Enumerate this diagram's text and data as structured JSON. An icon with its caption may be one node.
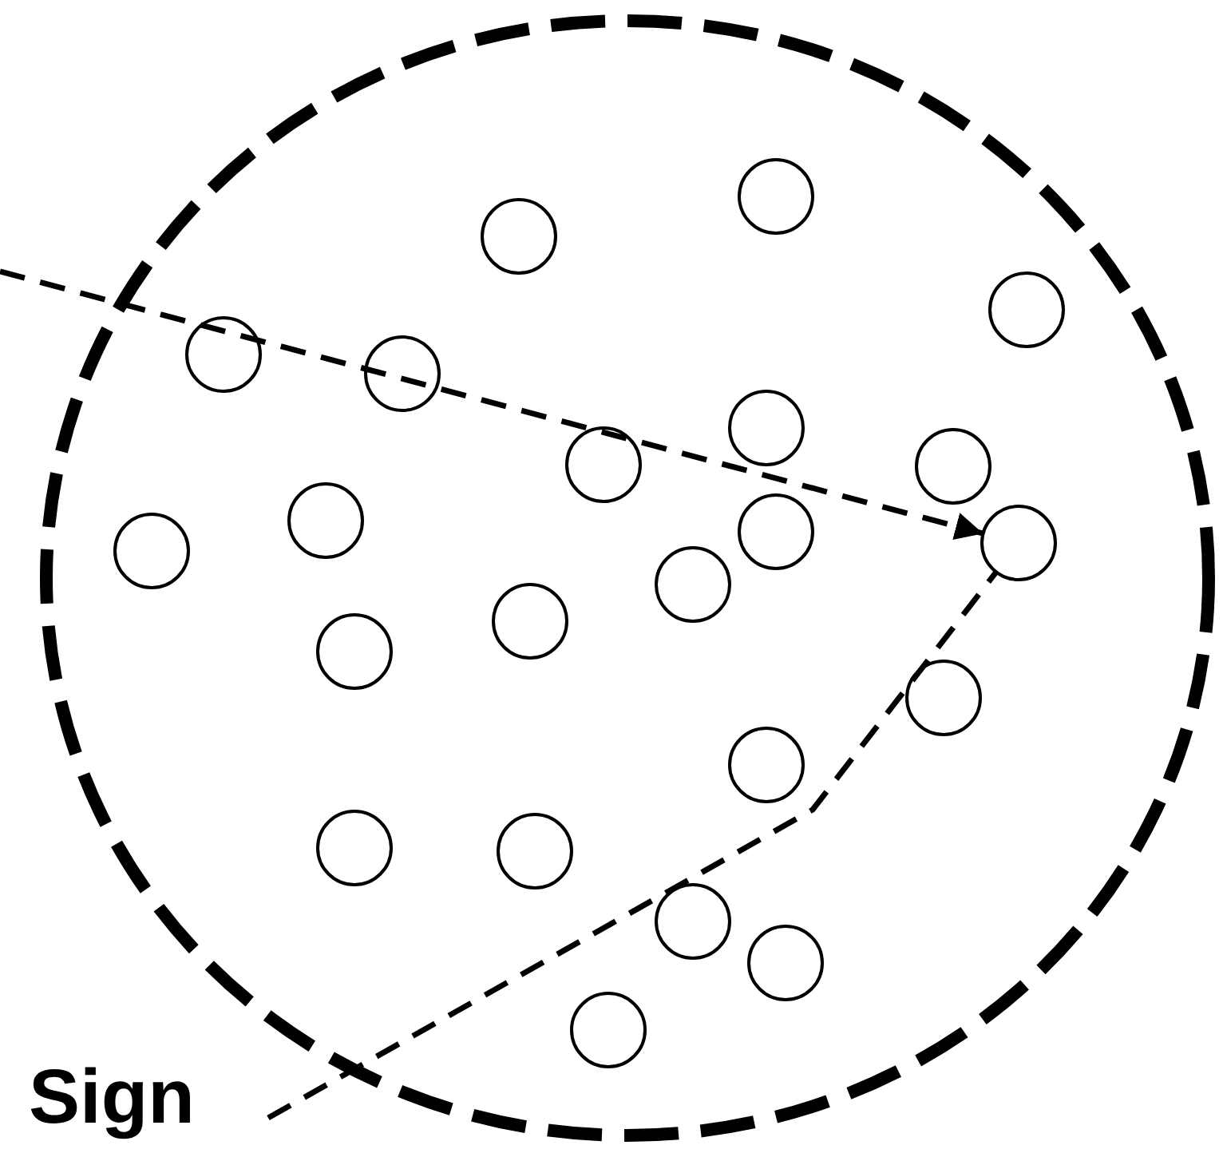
{
  "diagram": {
    "nodes": [
      {
        "text": [],
        "shape": "circle"
      },
      {
        "text": [],
        "shape": "circle",
        "in": 0
      },
      {
        "text": [],
        "shape": "circle",
        "in": 0
      },
      {
        "text": [],
        "shape": "circle",
        "in": 0
      },
      {
        "text": [],
        "shape": "circle",
        "in": 0
      },
      {
        "text": [],
        "shape": "circle",
        "in": 0
      },
      {
        "text": [],
        "shape": "circle",
        "in": 0
      },
      {
        "text": [],
        "shape": "circle",
        "in": 0
      },
      {
        "text": [],
        "shape": "circle",
        "in": 0
      },
      {
        "text": [],
        "shape": "circle",
        "in": 0
      },
      {
        "text": [],
        "shape": "circle",
        "in": 0
      },
      {
        "text": [],
        "shape": "circle",
        "in": 0
      },
      {
        "text": [],
        "shape": "circle",
        "in": 0
      },
      {
        "text": [],
        "shape": "circle",
        "in": 0
      },
      {
        "text": [],
        "shape": "circle",
        "in": 0
      },
      {
        "text": [],
        "shape": "circle",
        "in": 0
      },
      {
        "text": [],
        "shape": "circle",
        "in": 0
      },
      {
        "text": [],
        "shape": "circle",
        "in": 0
      },
      {
        "text": [],
        "shape": "circle",
        "in": 0
      },
      {
        "text": [],
        "shape": "circle",
        "in": 0
      },
      {
        "text": [],
        "shape": "circle",
        "in": 0
      },
      {
        "text": [],
        "shape": "circle",
        "in": 0
      },
      {
        "text": [],
        "shape": "circle",
        "in": 0
      },
      {
        "text": [
          "Sign"
        ]
      }
    ],
    "edges": [
      {
        "from": null,
        "to": 11,
        "arrow": "to",
        "style": "dashed"
      },
      {
        "from": 23,
        "to": 11,
        "arrow": "none",
        "style": "dashed"
      }
    ]
  }
}
